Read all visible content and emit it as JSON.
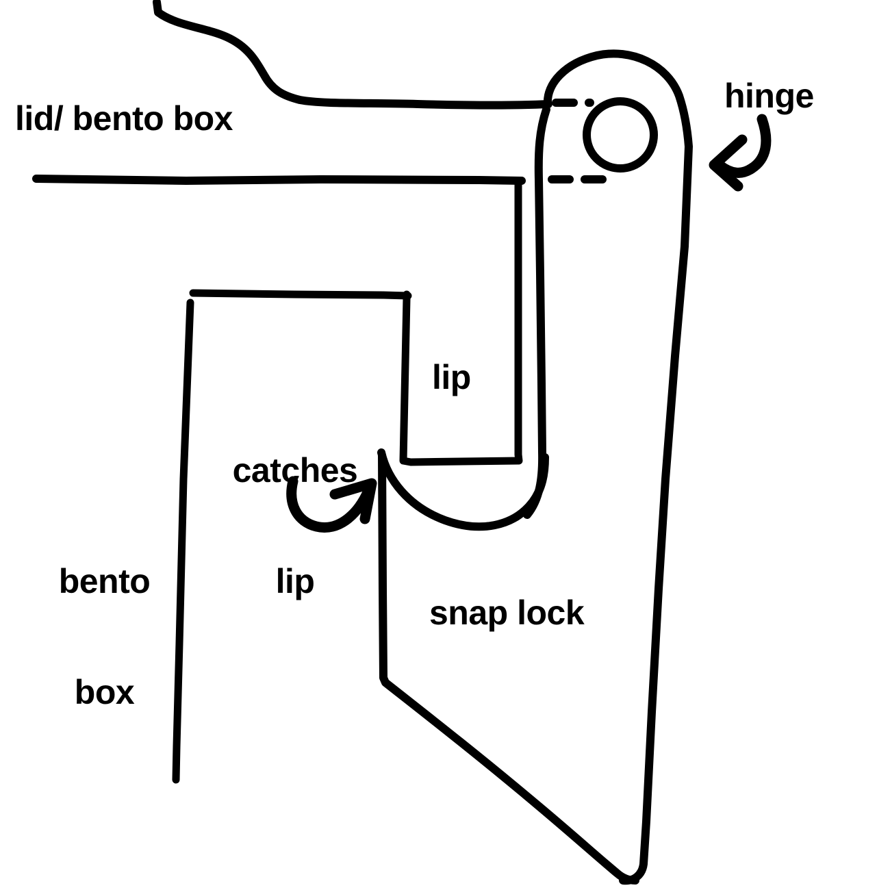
{
  "diagram": {
    "title": "bento box snap lock cross-section",
    "style": {
      "background_color": "#ffffff",
      "ink_color": "#000000",
      "stroke_width_main": 11,
      "stroke_width_thin": 9,
      "dash_pattern": "26 22"
    },
    "labels": {
      "lid_bento_box": "lid/ bento box",
      "hinge": "hinge",
      "lip": "lip",
      "catches_lip_line1": "catches",
      "catches_lip_line2": "lip",
      "bento_box_line1": "bento",
      "bento_box_line2": "box",
      "snap_lock": "snap lock"
    },
    "parts": [
      {
        "name": "lid-profile",
        "label": "lid/ bento box"
      },
      {
        "name": "hinge-pin-hole",
        "label": "hinge"
      },
      {
        "name": "lip-tab",
        "label": "lip"
      },
      {
        "name": "snap-lock-hook",
        "label": "catches lip"
      },
      {
        "name": "bento-box-wall",
        "label": "bento box"
      },
      {
        "name": "snap-lock-body",
        "label": "snap lock"
      }
    ],
    "annotations": [
      {
        "name": "hinge-arrow",
        "points_to": "hinge-pin-hole",
        "direction": "down-left"
      },
      {
        "name": "catches-lip-arrow",
        "points_to": "snap-lock-hook",
        "direction": "up-right"
      }
    ]
  }
}
